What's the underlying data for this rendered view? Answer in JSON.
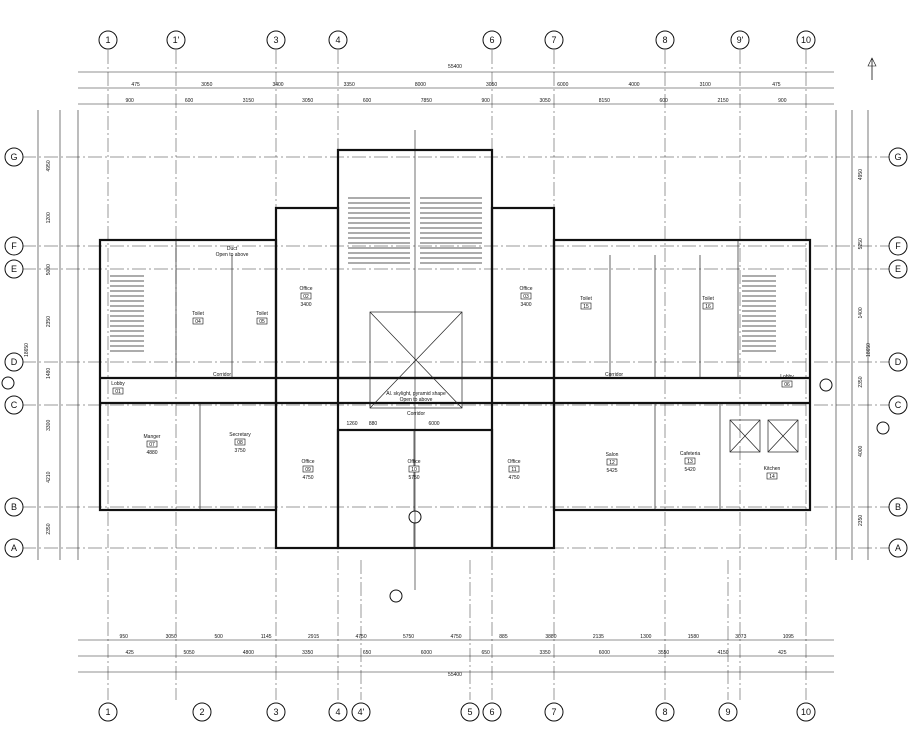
{
  "grid_axes_horizontal": {
    "top": [
      "1",
      "1'",
      "3",
      "4",
      "6",
      "7",
      "8",
      "9'",
      "10"
    ],
    "bottom": [
      "1",
      "2",
      "3",
      "4",
      "4'",
      "5",
      "6",
      "7",
      "8",
      "9",
      "10"
    ]
  },
  "grid_axes_vertical": [
    "G",
    "F",
    "E",
    "D",
    "C",
    "B",
    "A"
  ],
  "dimensions": {
    "overall_top": "55400",
    "overall_bottom": "55400",
    "top_row1": [
      "475",
      "3050",
      "3400",
      "3350",
      "8000",
      "3050",
      "6000",
      "4000",
      "3100",
      "475"
    ],
    "top_row2": [
      "900",
      "600",
      "3150",
      "3050",
      "600",
      "7850",
      "900",
      "3050",
      "8150",
      "600",
      "2150",
      "900"
    ],
    "bottom_row1": [
      "950",
      "3050",
      "500",
      "1145",
      "2915",
      "4750",
      "5750",
      "4750",
      "885",
      "3880",
      "2135",
      "1300",
      "1580",
      "3073",
      "1095"
    ],
    "bottom_row2": [
      "425",
      "5050",
      "4800",
      "3350",
      "650",
      "6000",
      "650",
      "3350",
      "6000",
      "3550",
      "4150",
      "425"
    ],
    "left": [
      "4950",
      "1200",
      "5000",
      "2350",
      "1480",
      "3300",
      "4210",
      "2350"
    ],
    "left_total": "18650",
    "right": [
      "4950",
      "5250",
      "1400",
      "2350",
      "4000",
      "2350"
    ],
    "right_total": "18650"
  },
  "rooms": [
    {
      "name": "Manger",
      "tag": "07",
      "area": "4880"
    },
    {
      "name": "Secretary",
      "tag": "08",
      "area": "3750"
    },
    {
      "name": "Office",
      "tag": "09",
      "area": "4750"
    },
    {
      "name": "Office",
      "tag": "10",
      "area": "5750"
    },
    {
      "name": "Office",
      "tag": "11",
      "area": "4750"
    },
    {
      "name": "Salon",
      "tag": "12",
      "area": "5425"
    },
    {
      "name": "Cafeteria",
      "tag": "13",
      "area": "5420"
    },
    {
      "name": "Kitchen",
      "tag": "14",
      "area": ""
    },
    {
      "name": "Office",
      "tag": "02",
      "area": "3400"
    },
    {
      "name": "Office",
      "tag": "03",
      "area": "3400"
    },
    {
      "name": "Toilet",
      "tag": "04",
      "area": ""
    },
    {
      "name": "Toilet",
      "tag": "05",
      "area": ""
    },
    {
      "name": "Toilet",
      "tag": "15",
      "area": ""
    },
    {
      "name": "Toilet",
      "tag": "16",
      "area": ""
    },
    {
      "name": "Lobby",
      "tag": "01",
      "area": ""
    },
    {
      "name": "Lobby",
      "tag": "06",
      "area": ""
    },
    {
      "name": "Corridor",
      "tag": "",
      "area": ""
    }
  ],
  "notes": {
    "duct": "Duct",
    "duct_sub": "Open to above",
    "skylight": "Al. skylight, pyramid shape",
    "skylight_sub": "Open to above",
    "corridor_left": "Corridor",
    "corridor_center": "Corridor",
    "corridor_right": "Corridor",
    "corridor_dims": [
      "1260",
      "880",
      "6000"
    ]
  },
  "colors": {
    "line": "#111111",
    "background": "#ffffff"
  }
}
